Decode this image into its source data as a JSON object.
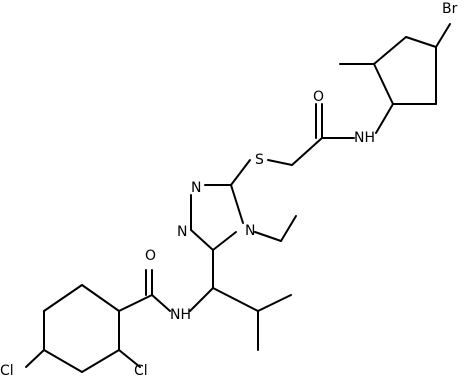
{
  "molecule": {
    "labels": {
      "br": "Br",
      "o_upper": "O",
      "nh_upper": "NH",
      "s": "S",
      "n_a": "N",
      "n_b": "N",
      "n_c": "N",
      "o_lower": "O",
      "nh_lower": "NH",
      "cl_left": "Cl",
      "cl_right": "Cl"
    }
  }
}
